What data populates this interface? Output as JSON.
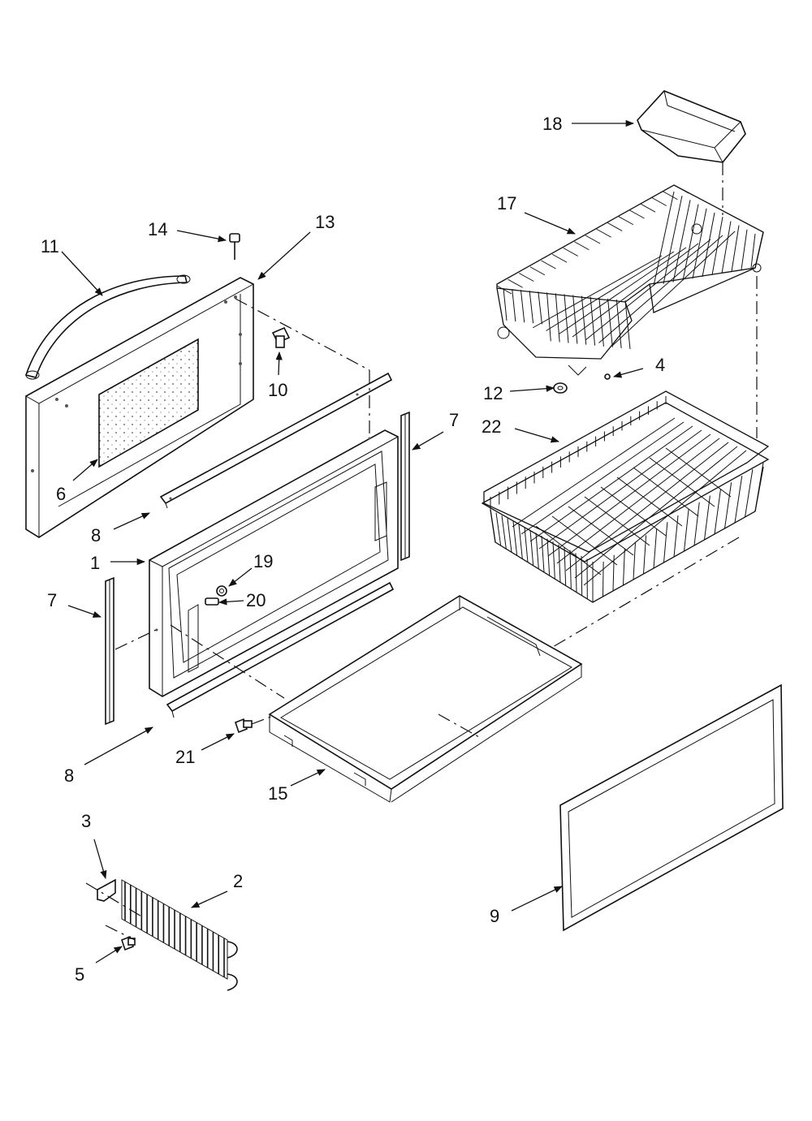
{
  "callouts": {
    "c1": "1",
    "c2": "2",
    "c3": "3",
    "c4": "4",
    "c5": "5",
    "c6": "6",
    "c7a": "7",
    "c7b": "7",
    "c8a": "8",
    "c8b": "8",
    "c9": "9",
    "c10": "10",
    "c11": "11",
    "c12": "12",
    "c13": "13",
    "c14": "14",
    "c15": "15",
    "c17": "17",
    "c18": "18",
    "c19": "19",
    "c20": "20",
    "c21": "21",
    "c22": "22"
  },
  "colors": {
    "line": "#111111",
    "background": "#ffffff",
    "pattern": "#888888"
  }
}
